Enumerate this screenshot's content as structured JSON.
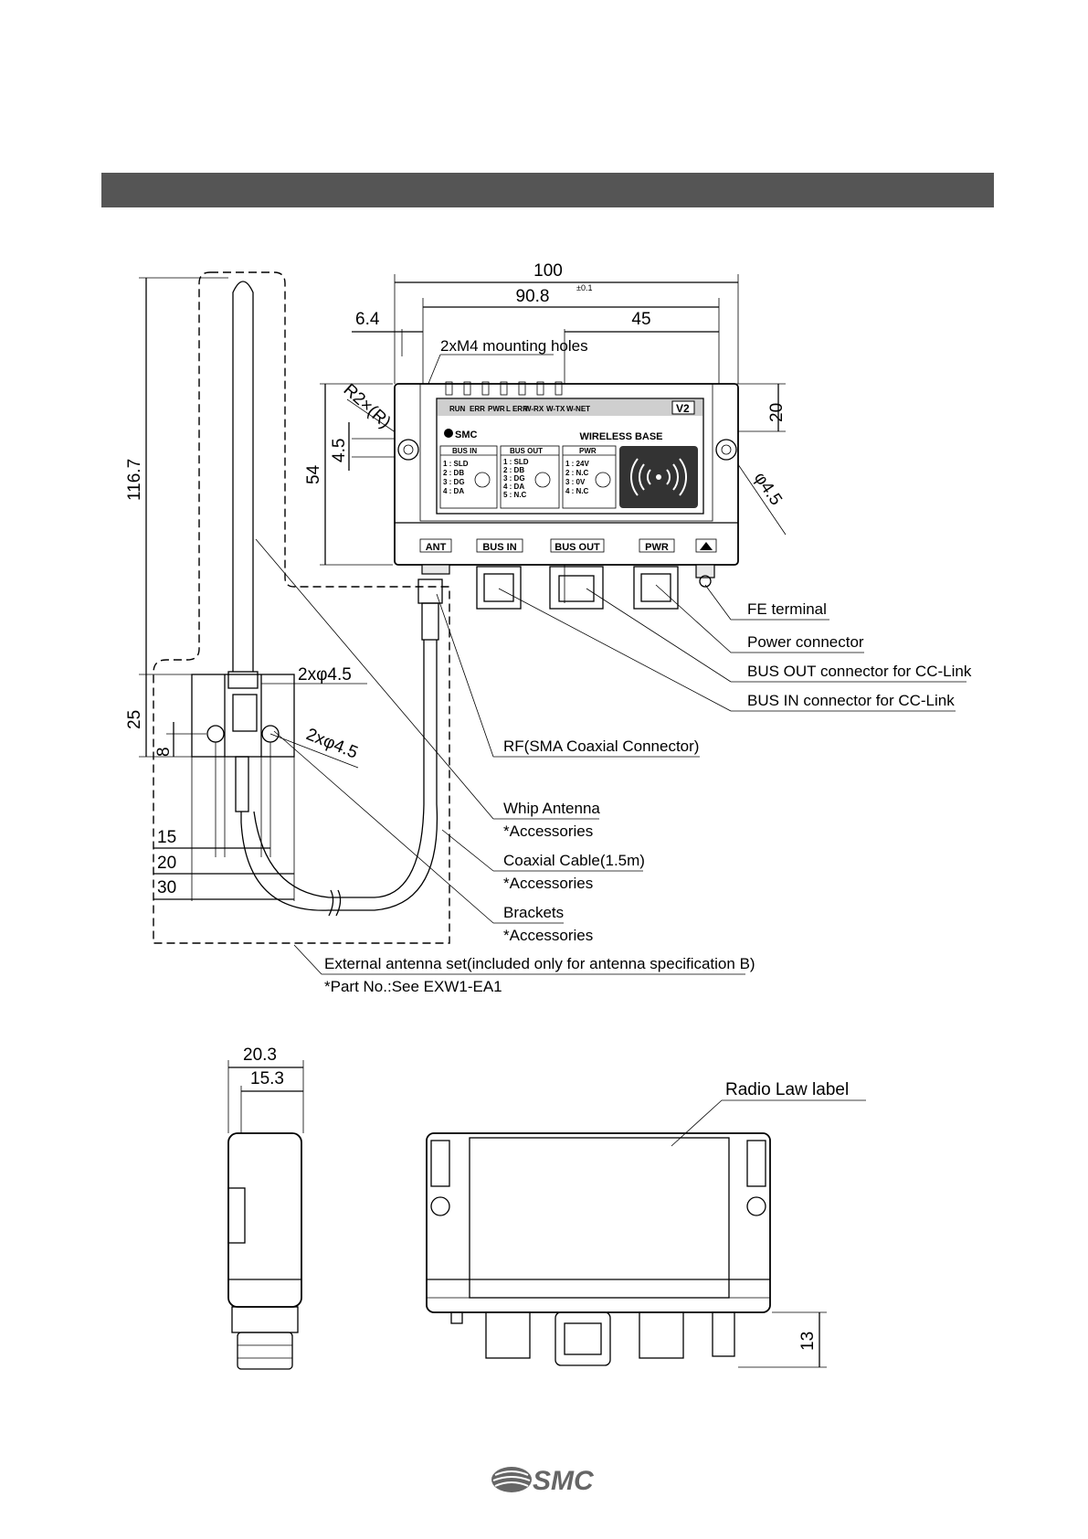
{
  "header": {
    "bar_color": "#555555"
  },
  "dimensions": {
    "width_100": "100",
    "pitch_90_8": "90.8",
    "pitch_tolerance": "±0.1",
    "offset_6_4": "6.4",
    "offset_45": "45",
    "height_20": "20",
    "radius": "R2×(R)",
    "hole_4_5": "4.5",
    "height_54": "54",
    "dia_4_5": "φ4.5",
    "antenna_116_7": "116.7",
    "bracket_25": "25",
    "bracket_8": "8",
    "bracket_hole_a": "2xφ4.5",
    "bracket_hole_b": "2xφ4.5",
    "w15": "15",
    "w20": "20",
    "w30": "30",
    "side_20_3": "20.3",
    "side_15_3": "15.3",
    "connector_13": "13"
  },
  "device": {
    "title": "WIRELESS BASE",
    "brand": "SMC",
    "version": "V2",
    "port_ant": "ANT",
    "port_bus_in": "BUS IN",
    "port_bus_out": "BUS OUT",
    "port_pwr": "PWR",
    "led_labels": [
      "RUN",
      "ERR",
      "PWR",
      "L ERR",
      "W-RX",
      "W-TX",
      "W-NET"
    ],
    "table_bus_in": {
      "head": "BUS IN",
      "rows": [
        "1 : SLD",
        "2 : DB",
        "3 : DG",
        "4 : DA"
      ]
    },
    "table_bus_out": {
      "head": "BUS OUT",
      "rows": [
        "1 : SLD",
        "2 : DB",
        "3 : DG",
        "4 : DA",
        "5 : N.C"
      ]
    },
    "table_pwr": {
      "head": "PWR",
      "rows": [
        "1 : 24V",
        "2 : N.C",
        "3 : 0V",
        "4 : N.C"
      ]
    }
  },
  "callouts": {
    "mounting_holes": "2xM4 mounting holes",
    "fe_terminal": "FE terminal",
    "power_connector": "Power connector",
    "bus_out_connector": "BUS OUT connector for CC-Link",
    "bus_in_connector": "BUS IN connector for CC-Link",
    "rf_connector": "RF(SMA Coaxial Connector)",
    "whip_antenna": "Whip Antenna",
    "whip_acc": "*Accessories",
    "coaxial_cable": "Coaxial Cable(1.5m)",
    "coaxial_acc": "*Accessories",
    "brackets": "Brackets",
    "brackets_acc": "*Accessories",
    "antenna_set": "External antenna set(included only for antenna specification B)",
    "part_no": "*Part No.:See EXW1-EA1",
    "radio_label": "Radio Law label"
  },
  "footer": {
    "logo": "SMC"
  }
}
